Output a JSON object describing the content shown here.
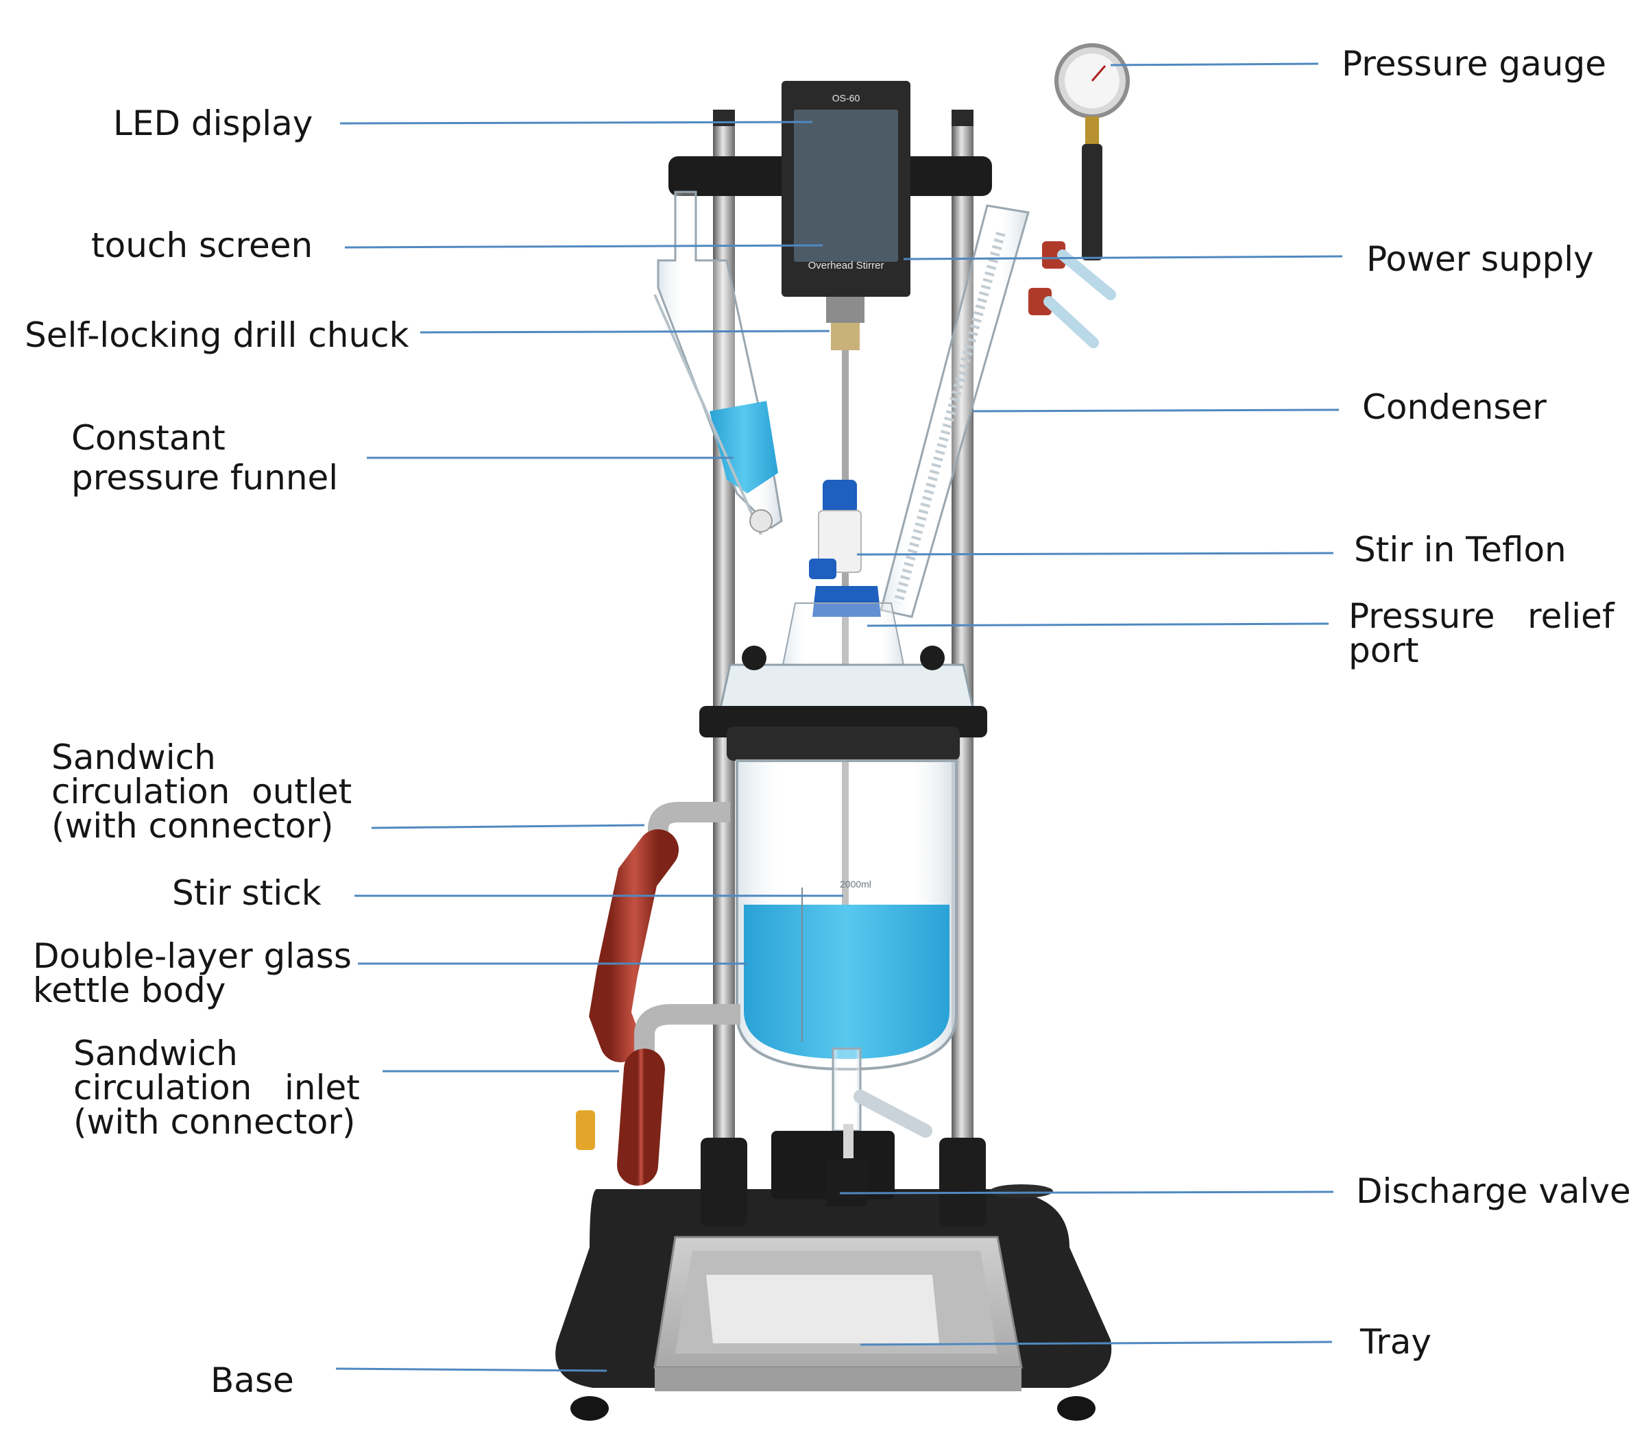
{
  "labels": {
    "led_display": "LED display",
    "touch_screen": "touch screen",
    "drill_chuck": "Self-locking drill chuck",
    "funnel": [
      "Constant",
      "pressure funnel"
    ],
    "outlet": [
      "Sandwich",
      "circulation  outlet",
      "(with connector)"
    ],
    "stir_stick": "Stir stick",
    "kettle": [
      "Double-layer glass",
      "kettle body"
    ],
    "inlet": [
      "Sandwich",
      "circulation   inlet",
      "(with connector)"
    ],
    "base": "Base",
    "pressure_gauge": "Pressure gauge",
    "power_supply": "Power supply",
    "condenser": "Condenser",
    "stir_teflon": "Stir in Teflon",
    "relief_port": [
      "Pressure   relief",
      "port"
    ],
    "discharge_valve": "Discharge valve",
    "tray": "Tray"
  },
  "device": {
    "model": "OS-60",
    "screen_caption": "Overhead Stirrer",
    "vessel_mark": "2000ml"
  },
  "colors": {
    "leader": "#4f89c0",
    "liquid": "#3fb6e3",
    "frame": "#1c1c1c",
    "hose": "#b03a2a"
  }
}
